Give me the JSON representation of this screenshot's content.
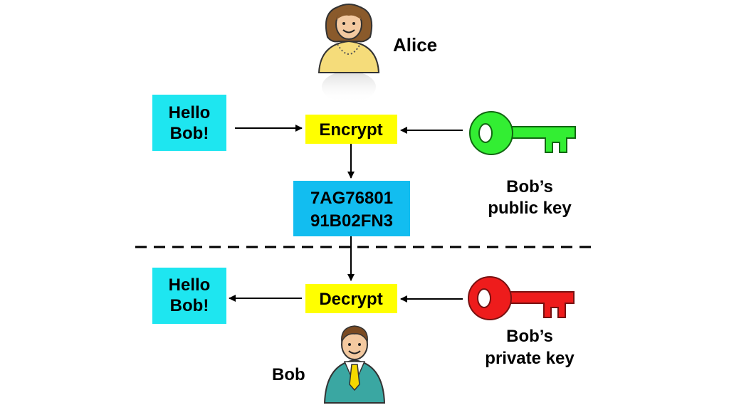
{
  "alice": {
    "name": "Alice"
  },
  "bob": {
    "name": "Bob"
  },
  "plaintext_in": {
    "line1": "Hello",
    "line2": "Bob!"
  },
  "plaintext_out": {
    "line1": "Hello",
    "line2": "Bob!"
  },
  "encrypt": {
    "label": "Encrypt"
  },
  "decrypt": {
    "label": "Decrypt"
  },
  "ciphertext": {
    "line1": "7AG76801",
    "line2": "91B02FN3"
  },
  "public_key": {
    "line1": "Bob’s",
    "line2": "public key",
    "icon": "key-icon",
    "color": "#33ee33"
  },
  "private_key": {
    "line1": "Bob’s",
    "line2": "private key",
    "icon": "key-icon",
    "color": "#ee1c1c"
  },
  "colors": {
    "plaintext_box": "#1ee6f0",
    "process_box": "#ffff00",
    "cipher_box": "#12bdf0",
    "alice_dress": "#f5dc7a",
    "alice_hair": "#8a5a2b",
    "bob_suit": "#3aa7a2",
    "bob_tie": "#f5d800"
  }
}
